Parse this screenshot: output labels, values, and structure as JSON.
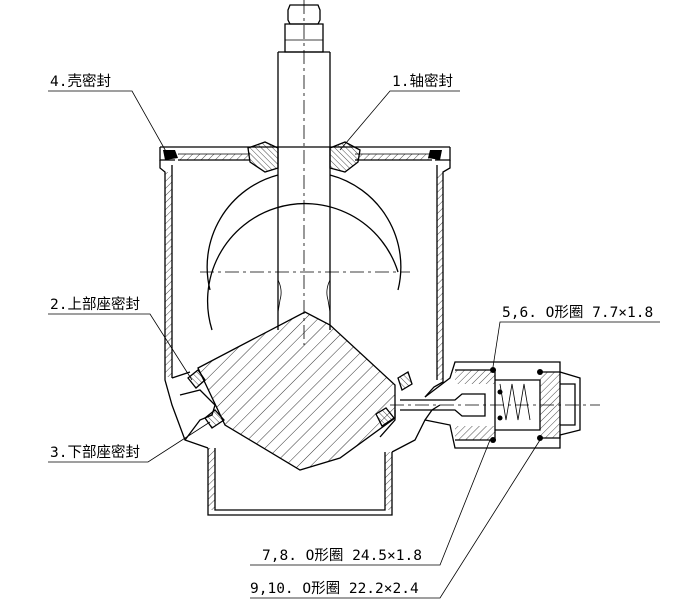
{
  "labels": {
    "shaft_seal": "1.轴密封",
    "upper_seat_seal": "2.上部座密封",
    "lower_seat_seal": "3.下部座密封",
    "shell_seal": "4.壳密封",
    "oring_5_6": "5,6.  O形圈 7.7×1.8",
    "oring_7_8": "7,8.  O形圈 24.5×1.8",
    "oring_9_10": "9,10.  O形圈 22.2×2.4"
  },
  "colors": {
    "line": "#000000",
    "background": "#ffffff"
  }
}
